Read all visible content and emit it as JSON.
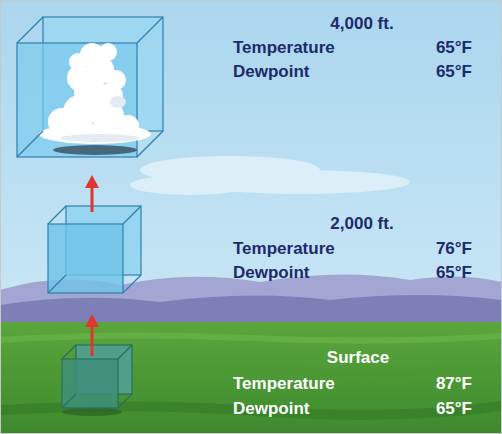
{
  "diagram": {
    "labels": [
      "4,000 ft.",
      "Temperature",
      "65°F",
      "Dewpoint",
      "65°F",
      "2,000 ft.",
      "Temperature",
      "76°F",
      "Dewpoint",
      "65°F",
      "Surface",
      "Temperature",
      "87°F",
      "Dewpoint",
      "65°F"
    ]
  }
}
